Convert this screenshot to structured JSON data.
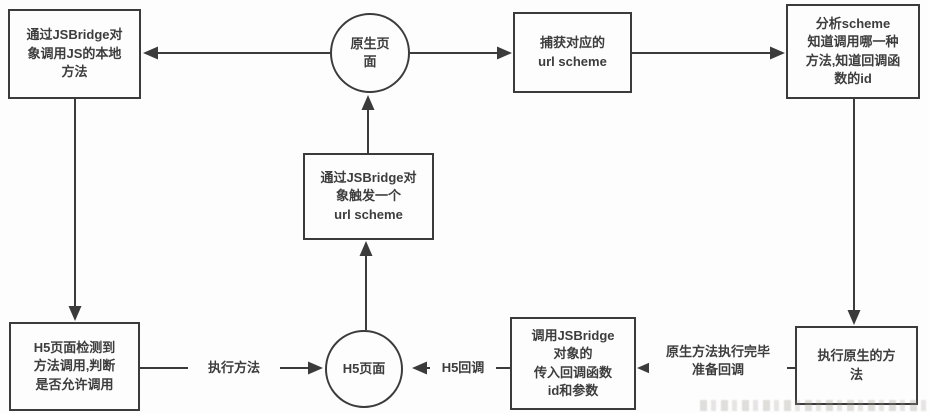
{
  "page": {
    "background": "#fdfdfd"
  },
  "diagram": {
    "stroke_color": "#3b3b3b",
    "text_color": "#3d3d3d",
    "nodes": {
      "native_call_js": {
        "shape": "rect",
        "label": "通过JSBridge对\n象调用JS的本地\n方法"
      },
      "native_page": {
        "shape": "circle",
        "label": "原生页\n面"
      },
      "capture_scheme": {
        "shape": "rect",
        "label": "捕获对应的\nurl scheme"
      },
      "analyze_scheme": {
        "shape": "rect",
        "label": "分析scheme\n知道调用哪一种\n方法,知道回调函\n数的id"
      },
      "trigger_scheme": {
        "shape": "rect",
        "label": "通过JSBridge对\n象触发一个\nurl scheme"
      },
      "h5_detect": {
        "shape": "rect",
        "label": "H5页面检测到\n方法调用,判断\n是否允许调用"
      },
      "h5_page": {
        "shape": "circle",
        "label": "H5页面"
      },
      "jsbridge_callback": {
        "shape": "rect",
        "label": "调用JSBridge\n对象的\n传入回调函数\nid和参数"
      },
      "exec_native": {
        "shape": "rect",
        "label": "执行原生的方\n法"
      }
    },
    "edge_labels": {
      "execute_method": "执行方法",
      "h5_callback": "H5回调",
      "native_done": "原生方法执行完毕\n准备回调"
    }
  }
}
